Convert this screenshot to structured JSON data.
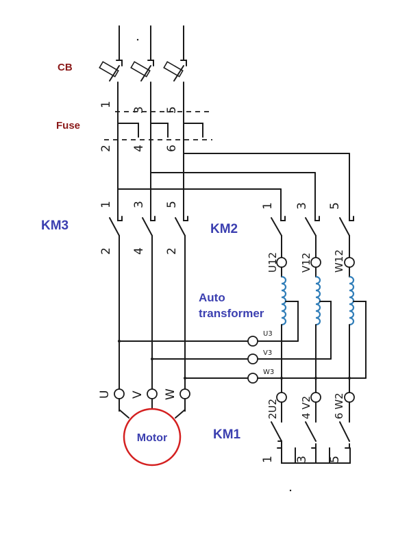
{
  "labels": {
    "cb": "CB",
    "fuse": "Fuse",
    "km3": "KM3",
    "km2": "KM2",
    "km1": "KM1",
    "auto_line1": "Auto",
    "auto_line2": "transformer",
    "motor": "Motor"
  },
  "terminals": {
    "fuse_top": [
      "1",
      "3",
      "5"
    ],
    "fuse_bottom": [
      "2",
      "4",
      "6"
    ],
    "km3_top": [
      "1",
      "3",
      "5"
    ],
    "km3_bottom": [
      "2",
      "4",
      "2"
    ],
    "km2_top": [
      "1",
      "3",
      "5"
    ],
    "km2_bottom": [
      "U12",
      "V12",
      "W12"
    ],
    "taps": [
      "U3",
      "V3",
      "W3"
    ],
    "motor": [
      "U",
      "V",
      "W"
    ],
    "km1_top": [
      "2U2",
      "4 V2",
      "6 W2"
    ],
    "km1_bottom": [
      "1",
      "3",
      "5"
    ]
  },
  "colors": {
    "cb_label": "#8b1a1a",
    "blue_label": "#3b3fb0",
    "coil": "#2f7db8",
    "motor_ring": "#d42020"
  }
}
